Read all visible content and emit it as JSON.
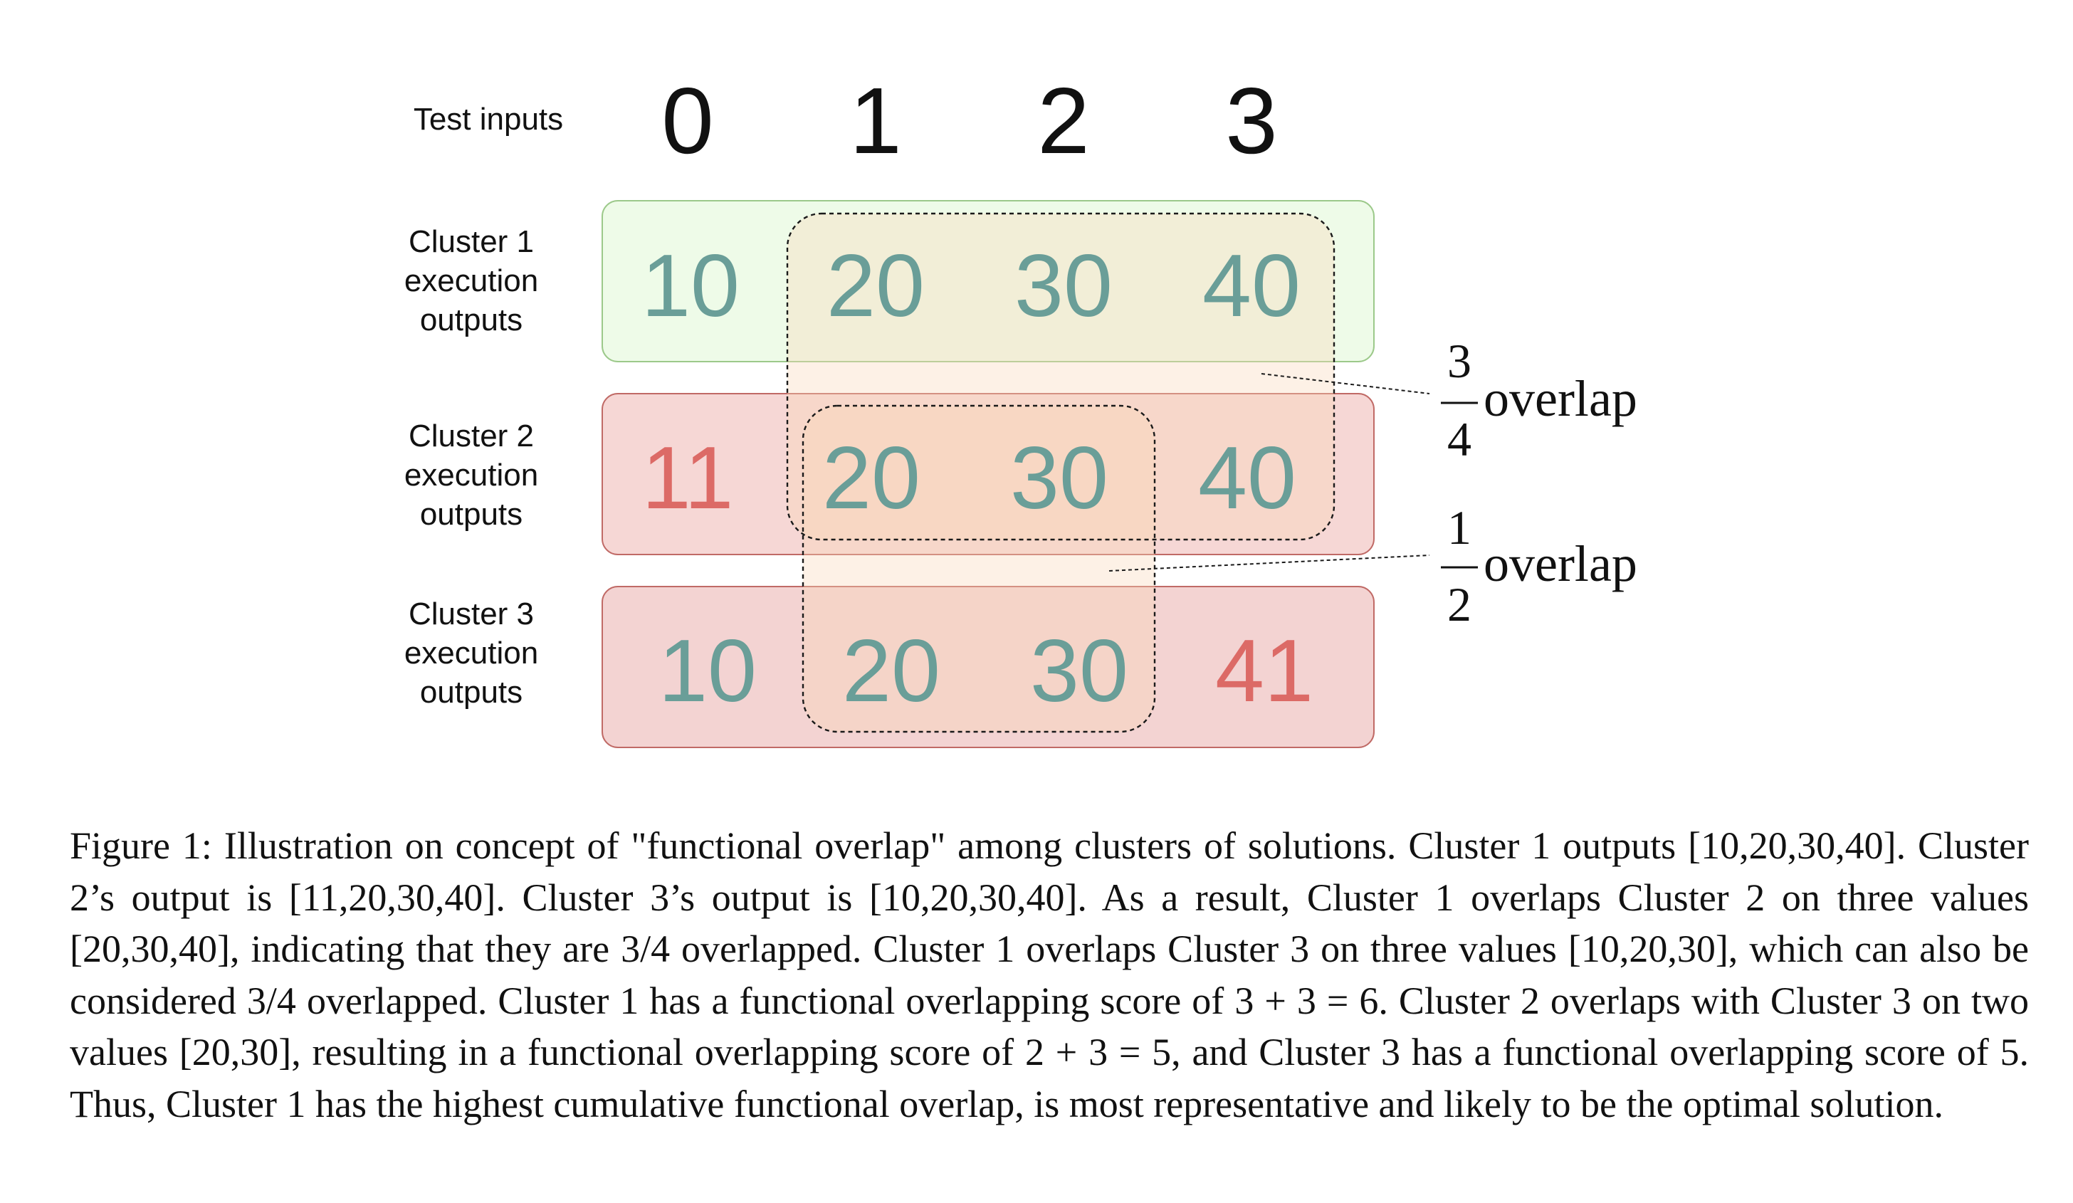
{
  "diagram": {
    "test_inputs_label": "Test inputs",
    "inputs": [
      "0",
      "1",
      "2",
      "3"
    ],
    "clusters": [
      {
        "label_lines": [
          "Cluster 1",
          "execution",
          "outputs"
        ],
        "outputs": [
          "10",
          "20",
          "30",
          "40"
        ],
        "output_matches": [
          true,
          true,
          true,
          true
        ]
      },
      {
        "label_lines": [
          "Cluster 2",
          "execution",
          "outputs"
        ],
        "outputs": [
          "11",
          "20",
          "30",
          "40"
        ],
        "output_matches": [
          false,
          true,
          true,
          true
        ]
      },
      {
        "label_lines": [
          "Cluster 3",
          "execution",
          "outputs"
        ],
        "outputs": [
          "10",
          "20",
          "30",
          "41"
        ],
        "output_matches": [
          true,
          true,
          true,
          false
        ]
      }
    ],
    "overlaps": [
      {
        "numerator": "3",
        "denominator": "4",
        "word": "overlap"
      },
      {
        "numerator": "1",
        "denominator": "2",
        "word": "overlap"
      }
    ],
    "colors": {
      "match_text": "#6a9e98",
      "mismatch_text": "#dc6a66",
      "cluster1_fill": "#eefbe8",
      "cluster1_stroke": "#9cc98a",
      "cluster2_fill": "#f6d7d5",
      "cluster2_stroke": "#c06a66",
      "cluster3_fill": "#f3d3d2",
      "cluster3_stroke": "#c06a66",
      "overlap_fill": "#f8d6b6"
    }
  },
  "caption": "Figure 1: Illustration on concept of \"functional overlap\" among clusters of solutions. Cluster 1 outputs [10,20,30,40]. Cluster 2’s output is [11,20,30,40]. Cluster 3’s output is [10,20,30,40]. As a result, Cluster 1 overlaps Cluster 2 on three values [20,30,40], indicating that they are 3/4 overlapped. Cluster 1 overlaps Cluster 3 on three values [10,20,30], which can also be considered 3/4 overlapped. Cluster 1 has a functional overlapping score of 3 + 3 = 6. Cluster 2 overlaps with Cluster 3 on two values [20,30], resulting in a functional overlapping score of 2 + 3 = 5, and Cluster 3 has a functional overlapping score of 5. Thus, Cluster 1 has the highest cumulative functional overlap, is most representative and likely to be the optimal solution."
}
